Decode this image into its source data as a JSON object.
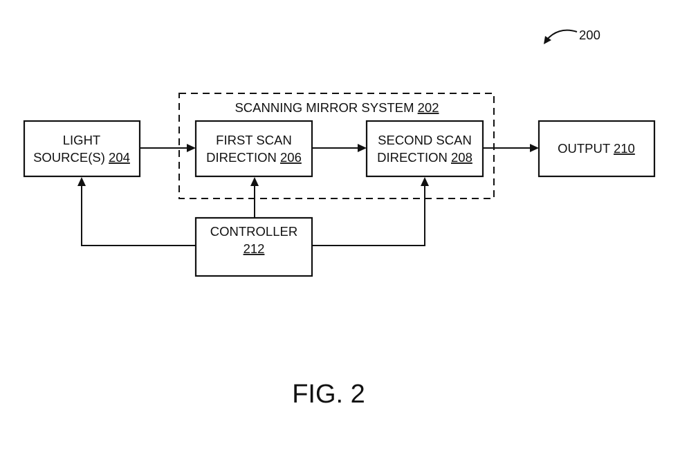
{
  "figure": {
    "reference_numeral": "200",
    "caption": "FIG. 2"
  },
  "group": {
    "title": "SCANNING MIRROR SYSTEM",
    "ref": "202"
  },
  "blocks": {
    "light_source": {
      "line1": "LIGHT",
      "line2": "SOURCE(S)",
      "ref": "204"
    },
    "first_scan": {
      "line1": "FIRST SCAN",
      "line2": "DIRECTION",
      "ref": "206"
    },
    "second_scan": {
      "line1": "SECOND SCAN",
      "line2": "DIRECTION",
      "ref": "208"
    },
    "output": {
      "line1": "OUTPUT",
      "ref": "210"
    },
    "controller": {
      "line1": "CONTROLLER",
      "ref": "212"
    }
  },
  "connections": [
    {
      "from": "204",
      "to": "206"
    },
    {
      "from": "206",
      "to": "208"
    },
    {
      "from": "208",
      "to": "210"
    },
    {
      "from": "212",
      "to": "204"
    },
    {
      "from": "212",
      "to": "206"
    },
    {
      "from": "212",
      "to": "208"
    }
  ]
}
